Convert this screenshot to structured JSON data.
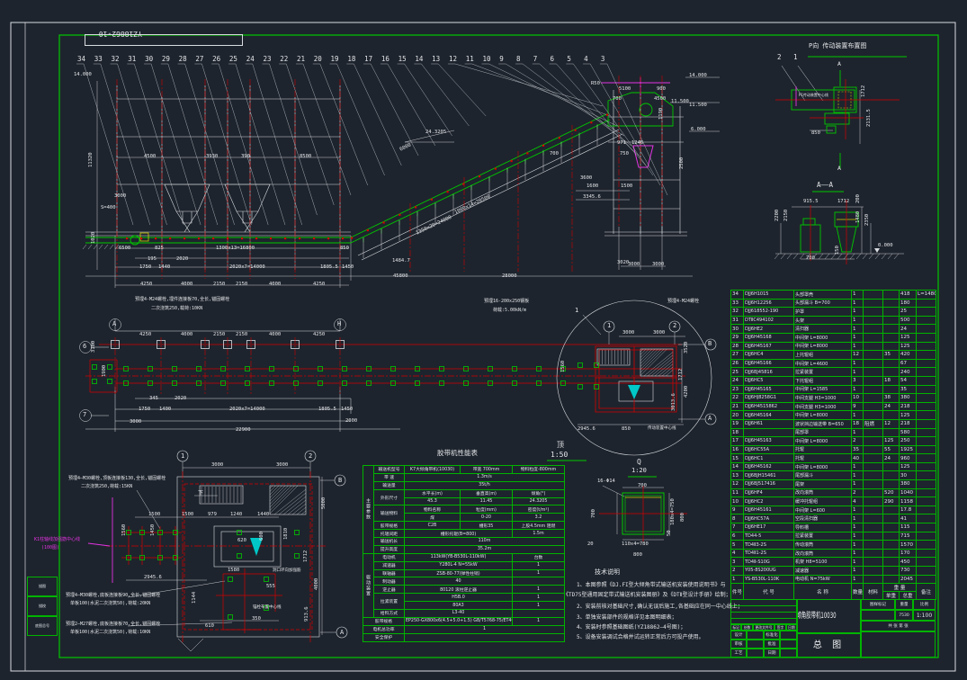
{
  "frame": {
    "drawing_no": "YZ18862-10",
    "margin_cells": [
      "描图",
      "描校",
      "底图总号"
    ]
  },
  "elevation": {
    "callouts": [
      "34",
      "33",
      "32",
      "31",
      "30",
      "29",
      "28",
      "27",
      "26",
      "25",
      "24",
      "23",
      "22",
      "21",
      "20",
      "19",
      "18",
      "17",
      "16",
      "15",
      "14",
      "13",
      "12",
      "11",
      "10",
      "9",
      "8",
      "7",
      "6",
      "5",
      "4",
      "3"
    ]
  },
  "ann": {
    "lv": [
      "14.000",
      "14.000",
      "11.500",
      "11.500",
      "6.000"
    ],
    "eld": [
      "4500",
      "3930",
      "390",
      "8500",
      "3000",
      "S=400",
      "11320",
      "1020",
      "6500",
      "825",
      "1300x13=16800",
      "850",
      "195",
      "2020",
      "1750",
      "1440",
      "2020x7=14000",
      "1805.5",
      "1450",
      "4250",
      "4000",
      "2150",
      "2150",
      "4000",
      "4250",
      "45800",
      "28000",
      "24.3205",
      "6000",
      "1000x14=28500",
      "1350x20=24000",
      "1484.7",
      "3020",
      "3000",
      "3000",
      "1600",
      "1500",
      "3345.6",
      "700",
      "971",
      "1246",
      "750",
      "5100",
      "900",
      "700",
      "4500",
      "1190",
      "3600",
      "R50",
      "2500"
    ],
    "pld": [
      "4250",
      "4000",
      "2150",
      "2150",
      "4000",
      "4250",
      "3100",
      "1900",
      "345",
      "2020",
      "1750",
      "1400",
      "2020x7=14000",
      "1805.5",
      "1450",
      "3000",
      "22900",
      "2000"
    ],
    "plb": [
      "A",
      "H",
      "6",
      "7"
    ],
    "pln": [
      "预埋4-M24螺栓,埋件连接板70,全长,锚固螺栓",
      "二次浇筑250,载荷:10KN",
      "预埋16-200x250钢板",
      "荷载:5.00kN/m",
      "预埋4-M24螺栓"
    ],
    "cird": [
      "1",
      "2",
      "B",
      "A",
      "3000",
      "3000",
      "3520",
      "1712",
      "4200",
      "3013.6",
      "2945.6",
      "850",
      "1",
      "传动装置中心线",
      "1560"
    ],
    "d50": [
      "顶",
      "1:50",
      "1",
      "2",
      "B",
      "A",
      "3000",
      "3000",
      "5000",
      "1500",
      "1500",
      "979",
      "1240",
      "1440",
      "1560",
      "1450",
      "2945.6",
      "620",
      "600",
      "1810",
      "1580",
      "1712",
      "4000",
      "913.6",
      "555",
      "1144",
      "350",
      "610",
      "下",
      "洞口环向加强筋",
      "锚栓布置中心线"
    ],
    "d50n": [
      "预埋4—M30螺栓,顶板连接板130,全长,锚固螺栓",
      "二次浇筑250,荷载:15KN",
      "K1柱轴线加强筋中心线",
      "(100图)",
      "预埋4—M30螺栓,底板连接板90,全长,锚固螺栓",
      "单板100(水泥二次浇筑50),荷载:20KN",
      "预埋2—M27螺栓,底板连接板70,全长,锚固螺栓",
      "单板100(水泥二次浇筑50),荷载:10KN"
    ],
    "qd": [
      "Q",
      "1:20",
      "16-Φ14",
      "700",
      "700",
      "180x4=750",
      "800",
      "20",
      "110x4=780",
      "800",
      "50"
    ],
    "pv": [
      "2",
      "1",
      "A",
      "A",
      "1712",
      "2131.5",
      "850",
      "P1传动装置中心线"
    ],
    "aa": [
      "915.5",
      "1712",
      "200",
      "2200",
      "2150",
      "1480",
      "2350",
      "0.000",
      "700",
      "150"
    ],
    "tn": [
      "1、本图参照《DJ.FI型大倾角带式输送机安装使用说明书》与",
      "《TD75型通用固定带式输送机安装图册》及《DTⅡ型设计手册》绘制；",
      "2、安装前核对基础尺寸,确认无误后施工,各基础应在同一中心线上；",
      "3、单独安装部件的规格详见本图明细表；",
      "4、安装时参照基础图纸(YZ18862—4号图)；",
      "5、设备安装调试合格并试运转正常后方可投产使用。"
    ],
    "titles": [
      "P向 传动装置布置图",
      "A——A",
      "胶带机性能表",
      "技术说明"
    ]
  },
  "parts_table": {
    "h1": [
      "件号",
      "代 号",
      "名 称",
      "数量",
      "材料",
      "重 量",
      "备注"
    ],
    "h2": [
      "单重",
      "总重"
    ],
    "rows": [
      [
        "34",
        "DJJ6H1015",
        "头部罩壳",
        "1",
        "",
        "",
        "418",
        "L=1480"
      ],
      [
        "33",
        "DJJ6H12256",
        "头部漏斗 B=700",
        "1",
        "",
        "",
        "180",
        ""
      ],
      [
        "32",
        "DJJ618552-190",
        "护罩",
        "1",
        "",
        "",
        "25",
        ""
      ],
      [
        "31",
        "DTⅡC494102",
        "头架",
        "1",
        "",
        "",
        "500",
        ""
      ],
      [
        "30",
        "DJJ6HE2",
        "清扫器",
        "1",
        "",
        "",
        "24",
        ""
      ],
      [
        "29",
        "DJJ6H45168",
        "中间架 L=8000",
        "1",
        "",
        "",
        "125",
        ""
      ],
      [
        "28",
        "DJJ6H45167",
        "中间架 L=8000",
        "1",
        "",
        "",
        "125",
        ""
      ],
      [
        "27",
        "DJJ6HC4",
        "上托辊组",
        "12",
        "",
        "35",
        "420",
        ""
      ],
      [
        "26",
        "DJJ6H45166",
        "中间架 L=4600",
        "1",
        "",
        "",
        "67",
        ""
      ],
      [
        "25",
        "DJJ6BJ45816",
        "拉紧装置",
        "1",
        "",
        "",
        "240",
        ""
      ],
      [
        "24",
        "DJJ6HC5",
        "下托辊组",
        "3",
        "",
        "18",
        "54",
        ""
      ],
      [
        "23",
        "DJJ6H45165",
        "中间架 L=1585",
        "1",
        "",
        "",
        "35",
        ""
      ],
      [
        "22",
        "DJJ6HJ8258G1",
        "中间支腿 H3=1000",
        "10",
        "",
        "38",
        "380",
        ""
      ],
      [
        "21",
        "DJJ6H4515862",
        "中间支腿 H3=1000",
        "9",
        "",
        "24",
        "218",
        ""
      ],
      [
        "20",
        "DJJ6H45164",
        "中间架 L=8000",
        "1",
        "",
        "",
        "125",
        ""
      ],
      [
        "19",
        "DJJ6H61",
        "波状挡边输送带 B=650",
        "18",
        "阻燃",
        "12",
        "218",
        ""
      ],
      [
        "18",
        "",
        "尾部罩",
        "1",
        "",
        "",
        "580",
        ""
      ],
      [
        "17",
        "DJJ6H45163",
        "中间架 L=8000",
        "2",
        "",
        "125",
        "250",
        ""
      ],
      [
        "16",
        "DJJ6HC55A",
        "托辊",
        "35",
        "",
        "55",
        "1925",
        ""
      ],
      [
        "15",
        "DJJ6HC1",
        "托辊",
        "40",
        "",
        "24",
        "960",
        ""
      ],
      [
        "14",
        "DJJ6H45162",
        "中间架 L=8000",
        "1",
        "",
        "",
        "125",
        ""
      ],
      [
        "13",
        "DJJ6BJH15461",
        "尾部漏斗",
        "1",
        "",
        "",
        "30",
        ""
      ],
      [
        "12",
        "DJJ6BJ517416",
        "尾架",
        "1",
        "",
        "",
        "380",
        ""
      ],
      [
        "11",
        "DJJ6HF4",
        "改向滚筒",
        "2",
        "",
        "520",
        "1040",
        ""
      ],
      [
        "10",
        "DJJ6HC2",
        "缓冲托辊组",
        "4",
        "",
        "290",
        "1158",
        ""
      ],
      [
        "9",
        "DJJ6H45161",
        "中间架 L=600",
        "1",
        "",
        "",
        "17.8",
        ""
      ],
      [
        "8",
        "DJJ6HC57A",
        "空段清扫器",
        "1",
        "",
        "",
        "41",
        ""
      ],
      [
        "7",
        "DJJ6HE17",
        "导料槽",
        "1",
        "",
        "",
        "115",
        ""
      ],
      [
        "6",
        "TD44-5",
        "拉紧装置",
        "1",
        "",
        "",
        "715",
        ""
      ],
      [
        "5",
        "TD4Ⅱ3-2S",
        "传动滚筒",
        "1",
        "",
        "",
        "1570",
        ""
      ],
      [
        "4",
        "TD4Ⅱ1-2S",
        "改向滚筒",
        "1",
        "",
        "",
        "170",
        ""
      ],
      [
        "3",
        "TD4Ⅱ-S10G",
        "机架 H8=5100",
        "1",
        "",
        "",
        "450",
        ""
      ],
      [
        "2",
        "Y05-8S200UG",
        "减速器",
        "1",
        "",
        "",
        "730",
        ""
      ],
      [
        "1",
        "YS-B530L-110K",
        "电动机 N=75kW",
        "1",
        "",
        "",
        "2045",
        ""
      ]
    ]
  },
  "spec_table": {
    "title": "胶带机性能表",
    "rows": [
      [
        {
          "t": "主要参数",
          "rs": 11,
          "v": 1
        },
        {
          "t": "输送机型号"
        },
        {
          "t": "K7大倾角带机(10030)"
        },
        {
          "t": "带宽 700mm"
        },
        {
          "t": "物料粒度-800mm"
        }
      ],
      [
        {
          "t": "带  速"
        },
        {
          "t": "1.3m/s",
          "cs": 3
        }
      ],
      [
        {
          "t": "输送量"
        },
        {
          "t": "35t/h",
          "cs": 3
        }
      ],
      [
        {
          "t": "外形尺寸",
          "rs": 2
        },
        {
          "t": "水平长(m)"
        },
        {
          "t": "垂直高(m)"
        },
        {
          "t": "倾角(°)"
        }
      ],
      [
        {
          "t": "45.3"
        },
        {
          "t": "11.45"
        },
        {
          "t": "24.3205"
        }
      ],
      [
        {
          "t": "输送物料",
          "rs": 2
        },
        {
          "t": "物料名称"
        },
        {
          "t": "粒度(mm)"
        },
        {
          "t": "密度(t/m³)"
        }
      ],
      [
        {
          "t": "煤"
        },
        {
          "t": "0-20"
        },
        {
          "t": "3.2"
        }
      ],
      [
        {
          "t": "胶带规格"
        },
        {
          "t": "C2B"
        },
        {
          "t": "槽形35"
        },
        {
          "t": "上胶4.5mm 阻燃"
        }
      ],
      [
        {
          "t": "托辊间距"
        },
        {
          "t": "槽形托辊(B=800)",
          "cs": 2
        },
        {
          "t": "1.5m"
        }
      ],
      [
        {
          "t": "输送机长"
        },
        {
          "t": "110m",
          "cs": 3
        }
      ],
      [
        {
          "t": "提升高度"
        },
        {
          "t": "35.2m",
          "cs": 3
        }
      ],
      [
        {
          "t": "驱动装置",
          "rs": 8,
          "v": 1
        },
        {
          "t": "电动机"
        },
        {
          "t": "113kW(YB-B530L-110kW)",
          "cs": 2
        },
        {
          "t": "台数"
        }
      ],
      [
        {
          "t": "减速器"
        },
        {
          "t": "Y280L-4 N=55kW",
          "cs": 2
        },
        {
          "t": "1"
        }
      ],
      [
        {
          "t": "联轴器"
        },
        {
          "t": "ZSB-80-77(弹性柱销)",
          "cs": 2
        },
        {
          "t": "1"
        }
      ],
      [
        {
          "t": "制动器"
        },
        {
          "t": "40",
          "cs": 2
        },
        {
          "t": ""
        }
      ],
      [
        {
          "t": "逆止器"
        },
        {
          "t": "80120 滚柱逆止器",
          "cs": 2
        },
        {
          "t": "1"
        }
      ],
      [
        {
          "t": "拉紧装置",
          "rs": 2
        },
        {
          "t": "H5B.0",
          "cs": 2
        },
        {
          "t": "1"
        }
      ],
      [
        {
          "t": "80A3",
          "cs": 2
        },
        {
          "t": "1"
        }
      ],
      [
        {
          "t": "给料方式"
        },
        {
          "t": "L3-40",
          "cs": 2
        },
        {
          "t": ""
        }
      ],
      [
        {
          "t": "胶带规格",
          "cs": 2
        },
        {
          "t": "EP250-GX800x6(4.5+5.0+1.5) GB/T5768-75/ET40-255-350",
          "cs": 2
        },
        {
          "t": "1"
        }
      ],
      [
        {
          "t": "电机总功率",
          "cs": 2
        },
        {
          "t": "1",
          "cs": 3
        }
      ],
      [
        {
          "t": "安全保护",
          "cs": 2
        },
        {
          "t": "",
          "cs": 3
        }
      ]
    ]
  },
  "title_block": {
    "product": "大倾角胶带机10030",
    "sheet_name": "总 图",
    "stamp_headers": [
      "图样标记",
      "重量",
      "比例"
    ],
    "weight": "7530",
    "scale": "1:100",
    "sheet_info": "共 张 第 张",
    "rev_header": [
      "标记",
      "处数",
      "更改文件号",
      "签字",
      "日期"
    ],
    "sign_left": [
      "设计",
      "审核",
      "工艺"
    ],
    "sign_right": [
      "标准化",
      "批准",
      "日期"
    ]
  }
}
